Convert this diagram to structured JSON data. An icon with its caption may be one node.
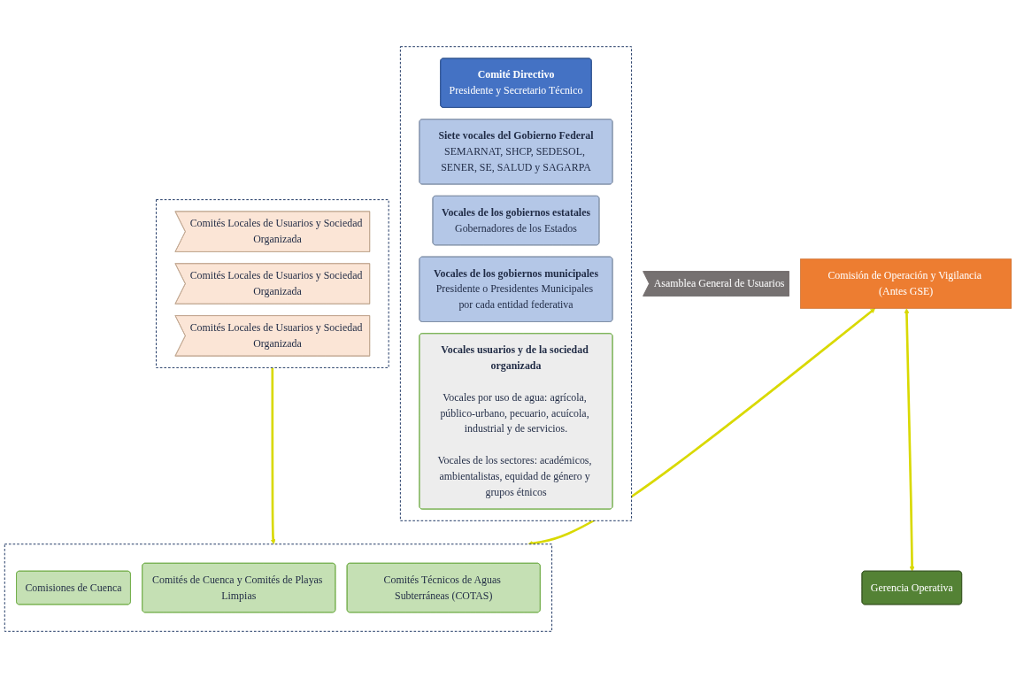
{
  "diagram": {
    "nodes": [
      {
        "text": [],
        "shape": "box"
      },
      {
        "text": [
          "Comité Directivo",
          "Presidente y Secretario Técnico"
        ],
        "in": 0
      },
      {
        "text": [
          "Siete vocales del Gobierno Federal",
          "SEMARNAT, SHCP, SEDESOL, SENER, SE, SALUD y SAGARPA"
        ],
        "in": 0
      },
      {
        "text": [
          "Vocales de los gobiernos estatales",
          "Gobernadores de los Estados"
        ],
        "in": 0
      },
      {
        "text": [
          "Vocales de los gobiernos municipales",
          "Presidente o Presidentes Municipales por cada entidad federativa"
        ],
        "in": 0
      },
      {
        "text": [
          "Vocales usuarios y de la sociedad organizada",
          "Vocales por uso de agua: agrícola, público-urbano, pecuario, acuícola, industrial y de servicios.",
          "Vocales de los sectores: académicos, ambientalistas, equidad de género y grupos étnicos"
        ],
        "in": 0
      },
      {
        "text": [
          "Asamblea General de Usuarios"
        ]
      },
      {
        "text": [],
        "shape": "box"
      },
      {
        "text": [
          "Comités Locales de Usuarios y Sociedad Organizada"
        ],
        "in": 7
      },
      {
        "text": [
          "Comités Locales de Usuarios y Sociedad Organizada"
        ],
        "in": 7
      },
      {
        "text": [
          "Comités Locales de Usuarios y Sociedad Organizada"
        ],
        "in": 7
      },
      {
        "text": [
          "Comisión de Operación y Vigilancia (Antes GSE)"
        ]
      },
      {
        "text": [
          "Gerencia Operativa"
        ]
      },
      {
        "text": [],
        "shape": "box"
      },
      {
        "text": [
          "Comisiones de Cuenca"
        ],
        "in": 13
      },
      {
        "text": [
          "Comités de Cuenca y Comités de Playas Limpias"
        ],
        "in": 13
      },
      {
        "text": [
          "Comités Técnicos de Aguas Subterráneas (COTAS)"
        ],
        "in": 13
      }
    ],
    "edges": [
      {
        "from": 11,
        "to": 12,
        "arrow": "both"
      },
      {
        "from": 11,
        "to": 13,
        "arrow": "both"
      },
      {
        "from": 7,
        "to": 13,
        "arrow": "to"
      }
    ]
  }
}
